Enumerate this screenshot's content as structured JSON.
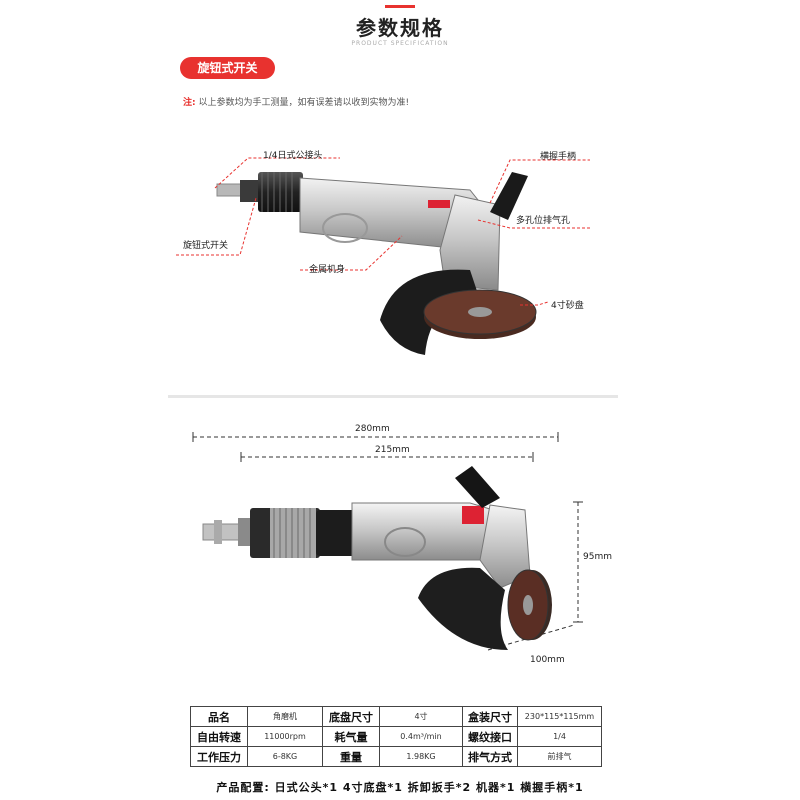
{
  "header": {
    "title": "参数规格",
    "subtitle": "PRODUCT SPECIFICATION"
  },
  "badge_label": "旋钮式开关",
  "note": {
    "prefix": "注:",
    "text": "以上参数均为手工测量，如有误差请以收到实物为准!"
  },
  "callouts": {
    "coupler": "1/4日式公接头",
    "switch": "旋钮式开关",
    "body": "金属机身",
    "handle": "横握手柄",
    "exhaust": "多孔位排气孔",
    "disc": "4寸砂盘"
  },
  "dimensions": {
    "overall_length": "280mm",
    "body_length": "215mm",
    "height": "95mm",
    "depth": "100mm"
  },
  "spec_table": [
    [
      "品名",
      "角磨机",
      "底盘尺寸",
      "4寸",
      "盒装尺寸",
      "230*115*115mm"
    ],
    [
      "自由转速",
      "11000rpm",
      "耗气量",
      "0.4m³/min",
      "螺纹接口",
      "1/4"
    ],
    [
      "工作压力",
      "6-8KG",
      "重量",
      "1.98KG",
      "排气方式",
      "前排气"
    ]
  ],
  "config_line": "产品配置: 日式公头*1  4寸底盘*1  拆卸扳手*2  机器*1  横握手柄*1",
  "colors": {
    "accent": "#e8322f",
    "tool_metal": "#c9c9c9",
    "tool_dark": "#222222"
  }
}
